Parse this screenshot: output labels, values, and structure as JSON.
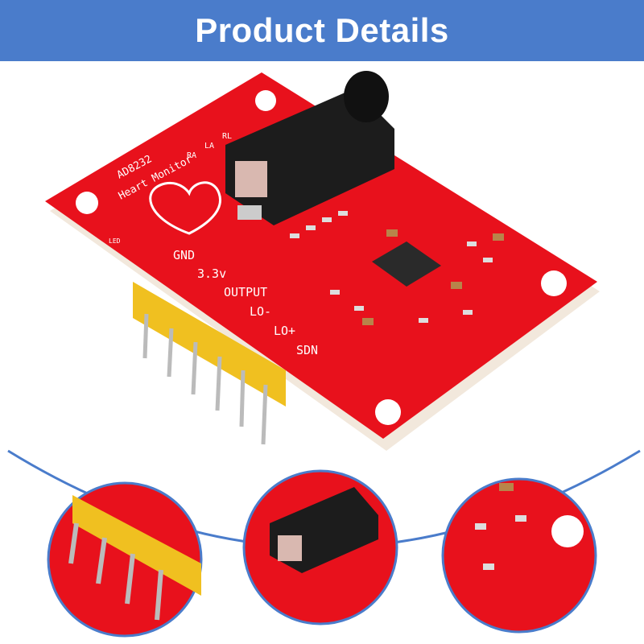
{
  "banner": {
    "title": "Product Details",
    "color": "#4a7ccb"
  },
  "board": {
    "color": "#e8111c",
    "chip_label": "AD8232",
    "name_label": "Heart Monitor",
    "led_label": "LED",
    "electrode_labels": [
      "RA",
      "LA",
      "RL"
    ],
    "pin_labels": [
      "GND",
      "3.3v",
      "OUTPUT",
      "LO-",
      "LO+",
      "SDN"
    ]
  },
  "detail_views": [
    "header-pins",
    "audio-jack",
    "components"
  ],
  "arc_color": "#4a7ccb"
}
